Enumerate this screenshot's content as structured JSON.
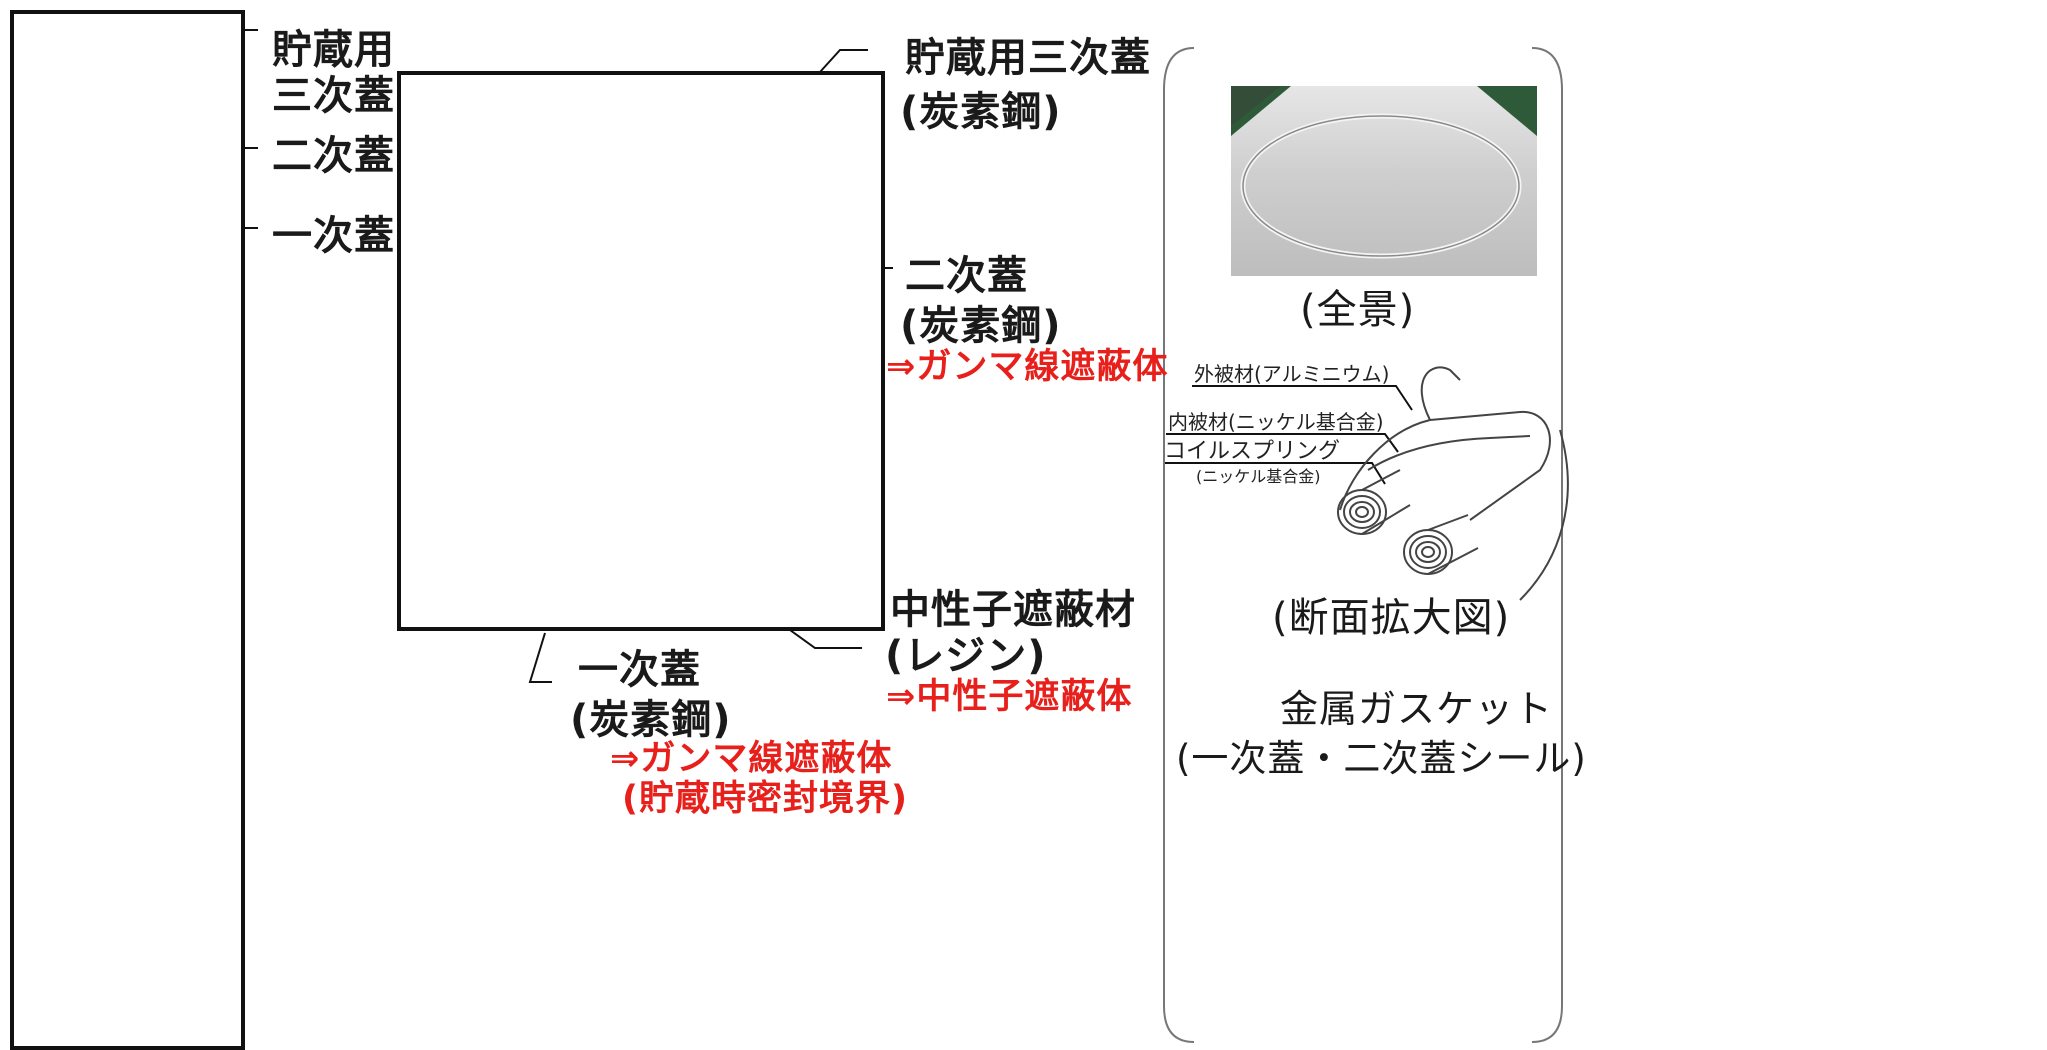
{
  "left_labels": {
    "storage_line1": "貯蔵用",
    "storage_line2": "三次蓋",
    "secondary": "二次蓋",
    "primary": "一次蓋"
  },
  "right_labels": {
    "tertiary": "貯蔵用三次蓋",
    "tertiary_material": "(炭素鋼)",
    "secondary": "二次蓋",
    "secondary_material": "(炭素鋼)",
    "secondary_function": "⇒ガンマ線遮蔽体",
    "neutron": "中性子遮蔽材",
    "neutron_material": "(レジン)",
    "neutron_function": "⇒中性子遮蔽体"
  },
  "bottom_labels": {
    "primary": "一次蓋",
    "primary_material": "(炭素鋼)",
    "primary_function": "⇒ガンマ線遮蔽体",
    "primary_function2": "(貯蔵時密封境界)"
  },
  "gasket_panel": {
    "photo_caption": "(全景)",
    "layer_outer": "外被材(アルミニウム)",
    "layer_inner": "内被材(ニッケル基合金)",
    "layer_coil": "コイルスプリング",
    "layer_coil_material": "(ニッケル基合金)",
    "section_caption": "(断面拡大図)",
    "title": "金属ガスケット",
    "subtitle": "(一次蓋・二次蓋シール)"
  },
  "colors": {
    "accent_red": "#e8201c",
    "line": "#111111"
  }
}
